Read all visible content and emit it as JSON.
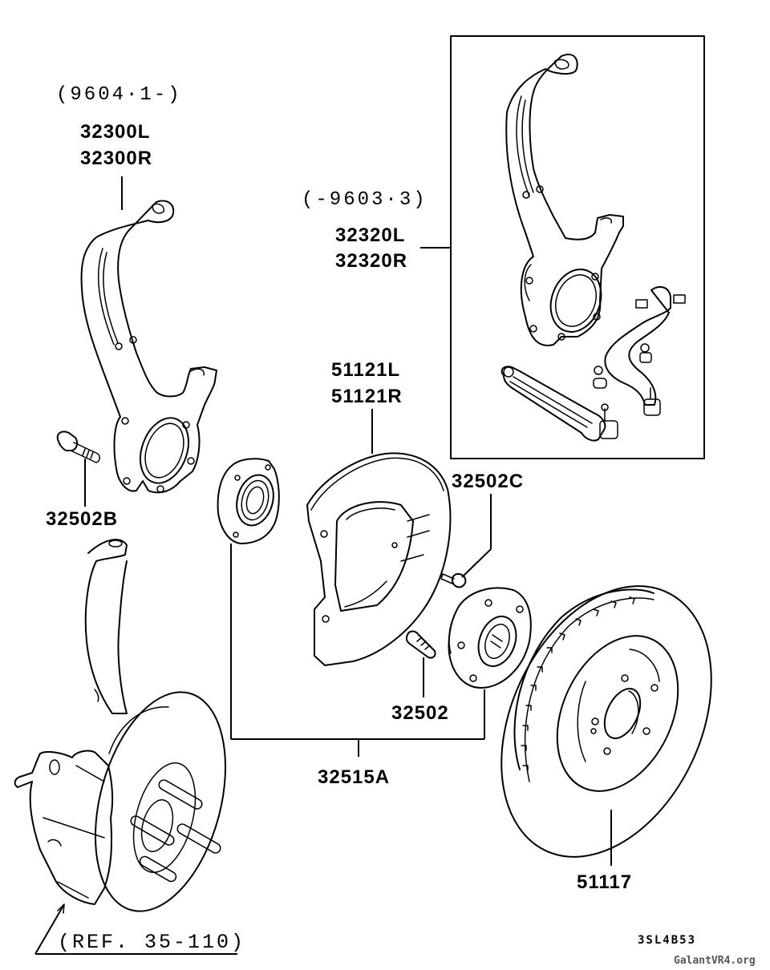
{
  "diagram": {
    "title": "Front Axle Hub / Knuckle / Brake Disc exploded parts diagram",
    "colors": {
      "line": "#000000",
      "background": "#ffffff",
      "watermark": "#555555"
    },
    "labels": {
      "knuckle_new_date": "(9604·1-)",
      "knuckle_new_left": "32300L",
      "knuckle_new_right": "32300R",
      "knuckle_old_date": "(-9603·3)",
      "knuckle_old_left": "32320L",
      "knuckle_old_right": "32320R",
      "dust_shield_left": "51121L",
      "dust_shield_right": "51121R",
      "bolt_c": "32502C",
      "bolt_b": "32502B",
      "hub_bolt": "32502",
      "hub_assembly": "32515A",
      "brake_disc": "51117",
      "reference": "(REF. 35-110)",
      "drawing_code": "3SL4B53",
      "watermark": "GalantVR4.org"
    }
  }
}
